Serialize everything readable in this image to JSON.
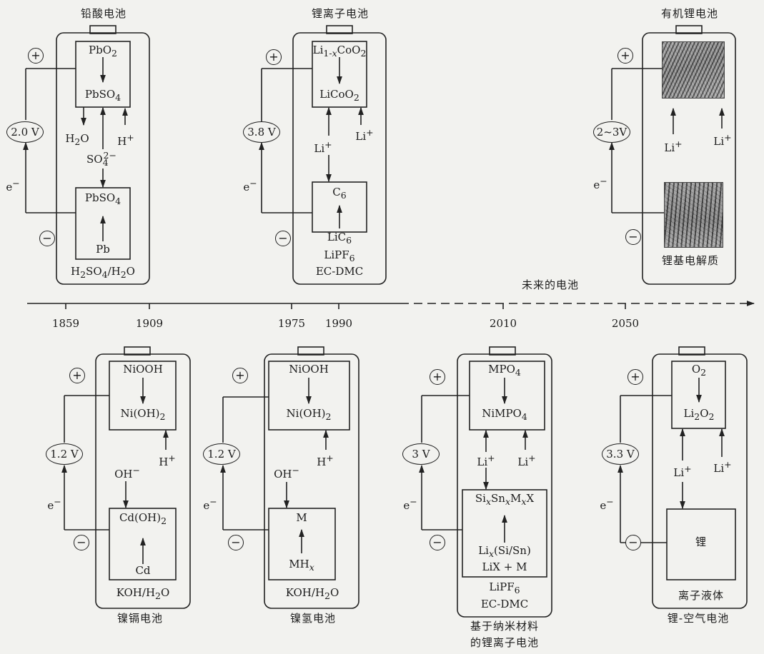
{
  "timeline": {
    "future_label": "未来的电池",
    "years": [
      "1859",
      "1909",
      "1975",
      "1990",
      "2010",
      "2050"
    ]
  },
  "batteries": {
    "lead_acid": {
      "name": "铅酸电池",
      "voltage": "2.0 V",
      "cathode_top": "PbO<sub>2</sub>",
      "cathode_bottom": "PbSO<sub>4</sub>",
      "anode_top": "PbSO<sub>4</sub>",
      "anode_bottom": "Pb",
      "ion_left": "H<sub>2</sub>O",
      "ion_right": "H<sup>+</sup>",
      "ion_mid": "SO<sub>4</sub><sup style=\"margin-left:-7px\">2−</sup>",
      "electrolyte": "H<sub>2</sub>SO<sub>4</sub>/H<sub>2</sub>O"
    },
    "lithium_ion": {
      "name": "锂离子电池",
      "voltage": "3.8 V",
      "cathode_top": "Li<sub>1-<i>x</i></sub>CoO<sub>2</sub>",
      "cathode_bottom": "LiCoO<sub>2</sub>",
      "anode_top": "C<sub>6</sub>",
      "anode_bottom": "LiC<sub>6</sub>",
      "ion_left": "Li<sup>+</sup>",
      "ion_right": "Li<sup>+</sup>",
      "electrolyte_1": "LiPF<sub>6</sub>",
      "electrolyte_2": "EC-DMC"
    },
    "organic_lithium": {
      "name": "有机锂电池",
      "voltage": "2~3V",
      "ion_left": "Li<sup>+</sup>",
      "ion_right": "Li<sup>+</sup>",
      "electrolyte": "锂基电解质"
    },
    "nickel_cadmium": {
      "name": "镍镉电池",
      "voltage": "1.2 V",
      "cathode_top": "NiOOH",
      "cathode_bottom": "Ni(OH)<sub>2</sub>",
      "ion_right": "H<sup>+</sup>",
      "ion_mid": "OH<sup>−</sup>",
      "anode_top": "Cd(OH)<sub>2</sub>",
      "anode_bottom": "Cd",
      "electrolyte": "KOH/H<sub>2</sub>O"
    },
    "nickel_metal_hydride": {
      "name": "镍氢电池",
      "voltage": "1.2 V",
      "cathode_top": "NiOOH",
      "cathode_bottom": "Ni(OH)<sub>2</sub>",
      "ion_right": "H<sup>+</sup>",
      "ion_mid": "OH<sup>−</sup>",
      "anode_top": "M",
      "anode_bottom": "MH<sub><i>x</i></sub>",
      "electrolyte": "KOH/H<sub>2</sub>O"
    },
    "nano_lithium_ion": {
      "name_1": "基于纳米材料",
      "name_2": "的锂离子电池",
      "voltage": "3 V",
      "cathode_top": "MPO<sub>4</sub>",
      "cathode_bottom": "NiMPO<sub>4</sub>",
      "ion_left": "Li<sup>+</sup>",
      "ion_right": "Li<sup>+</sup>",
      "anode_top": "Si<sub><i>x</i></sub>Sn<sub><i>x</i></sub>M<sub><i>x</i></sub>X",
      "anode_bottom_1": "Li<sub><i>x</i></sub>(Si/Sn)",
      "anode_bottom_2": "LiX + M",
      "electrolyte_1": "LiPF<sub>6</sub>",
      "electrolyte_2": "EC-DMC"
    },
    "lithium_air": {
      "name": "锂-空气电池",
      "voltage": "3.3 V",
      "cathode_top": "O<sub>2</sub>",
      "cathode_bottom": "Li<sub>2</sub>O<sub>2</sub>",
      "ion_left": "Li<sup>+</sup>",
      "ion_right": "Li<sup>+</sup>",
      "anode": "锂",
      "electrolyte": "离子液体"
    }
  },
  "symbols": {
    "plus": "+",
    "minus": "−",
    "electron": "e<sup>−</sup>"
  }
}
